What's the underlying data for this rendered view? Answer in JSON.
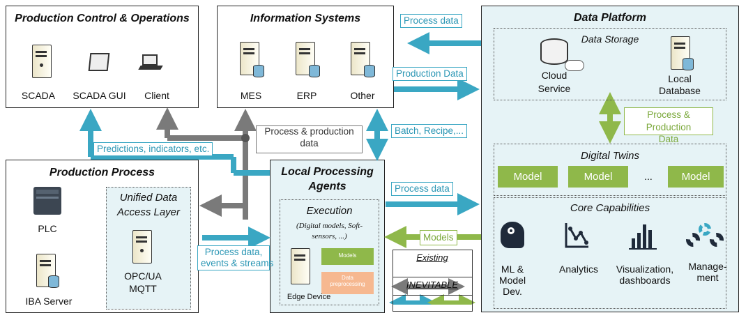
{
  "production_control": {
    "title": "Production Control & Operations",
    "items": [
      "SCADA",
      "SCADA GUI",
      "Client"
    ]
  },
  "information_systems": {
    "title": "Information Systems",
    "items": [
      "MES",
      "ERP",
      "Other"
    ]
  },
  "data_platform": {
    "title": "Data Platform",
    "storage_title": "Data Storage",
    "cloud_label_1": "Cloud",
    "cloud_label_2": "Service",
    "local_label_1": "Local",
    "local_label_2": "Database",
    "exchange_label_1": "Process & Production",
    "exchange_label_2": "Data",
    "digital_twins_title": "Digital Twins",
    "models": [
      "Model",
      "Model",
      "...",
      "Model"
    ],
    "core_title": "Core Capabilities",
    "capabilities": [
      {
        "line1": "ML &",
        "line2": "Model",
        "line3": "Dev."
      },
      {
        "line1": "Analytics",
        "line2": "",
        "line3": ""
      },
      {
        "line1": "Visualization,",
        "line2": "dashboards",
        "line3": ""
      },
      {
        "line1": "Manage-",
        "line2": "ment",
        "line3": ""
      }
    ]
  },
  "production_process": {
    "title": "Production Process",
    "plc": "PLC",
    "iba": "IBA Server",
    "udal_title_1": "Unified Data",
    "udal_title_2": "Access Layer",
    "opc_1": "OPC/UA",
    "opc_2": "MQTT"
  },
  "local_agents": {
    "title_1": "Local Processing",
    "title_2": "Agents",
    "execution": "Execution",
    "execution_sub_1": "(Digital models, Soft-",
    "execution_sub_2": "sensors, ...)",
    "models_tag": "Models",
    "preproc_1": "Data",
    "preproc_2": "preprocessing",
    "edge": "Edge Device"
  },
  "legend": {
    "existing": "Existing",
    "inevitable": "INEVITABLE"
  },
  "flows": {
    "process_data_top": "Process data",
    "production_data": "Production Data",
    "batch_recipe": "Batch, Recipe,...",
    "process_production_1": "Process & production",
    "process_production_2": "data",
    "predictions": "Predictions, indicators, etc.",
    "process_data_mid": "Process data",
    "models_back": "Models",
    "process_events_1": "Process data,",
    "process_events_2": "events & streams"
  },
  "colors": {
    "teal": "#3aa7c3",
    "green": "#8fb84a",
    "gray": "#7a7a7a",
    "platform_bg": "#e6f3f6"
  }
}
